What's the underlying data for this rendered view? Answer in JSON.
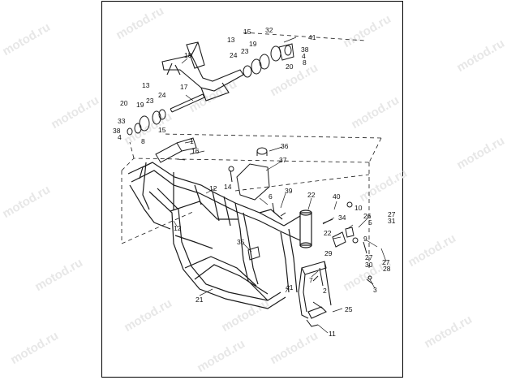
{
  "watermark": "motod.ru",
  "colors": {
    "ink": "#1a1a1a",
    "watermark": "#e7e7e7",
    "frame": "#000000"
  },
  "callouts": [
    {
      "id": "c1",
      "label": "1"
    },
    {
      "id": "c2",
      "label": "2"
    },
    {
      "id": "c3",
      "label": "3"
    },
    {
      "id": "c4a",
      "label": "4"
    },
    {
      "id": "c4b",
      "label": "4"
    },
    {
      "id": "c5",
      "label": "5"
    },
    {
      "id": "c6",
      "label": "6"
    },
    {
      "id": "c7",
      "label": "7"
    },
    {
      "id": "c8a",
      "label": "8"
    },
    {
      "id": "c8b",
      "label": "8"
    },
    {
      "id": "c9",
      "label": "9"
    },
    {
      "id": "c10",
      "label": "10"
    },
    {
      "id": "c11",
      "label": "11"
    },
    {
      "id": "c12a",
      "label": "12"
    },
    {
      "id": "c12b",
      "label": "12"
    },
    {
      "id": "c13a",
      "label": "13"
    },
    {
      "id": "c13b",
      "label": "13"
    },
    {
      "id": "c14",
      "label": "14"
    },
    {
      "id": "c15a",
      "label": "15"
    },
    {
      "id": "c15b",
      "label": "15"
    },
    {
      "id": "c16",
      "label": "16"
    },
    {
      "id": "c17",
      "label": "17"
    },
    {
      "id": "c18",
      "label": "18"
    },
    {
      "id": "c19a",
      "label": "19"
    },
    {
      "id": "c19b",
      "label": "19"
    },
    {
      "id": "c20a",
      "label": "20"
    },
    {
      "id": "c20b",
      "label": "20"
    },
    {
      "id": "c21",
      "label": "21"
    },
    {
      "id": "c22a",
      "label": "22"
    },
    {
      "id": "c22b",
      "label": "22"
    },
    {
      "id": "c23a",
      "label": "23"
    },
    {
      "id": "c23b",
      "label": "23"
    },
    {
      "id": "c24a",
      "label": "24"
    },
    {
      "id": "c24b",
      "label": "24"
    },
    {
      "id": "c25",
      "label": "25"
    },
    {
      "id": "c26",
      "label": "26"
    },
    {
      "id": "c27a",
      "label": "27"
    },
    {
      "id": "c27b",
      "label": "27"
    },
    {
      "id": "c27c",
      "label": "27"
    },
    {
      "id": "c28",
      "label": "28"
    },
    {
      "id": "c29",
      "label": "29"
    },
    {
      "id": "c30",
      "label": "30"
    },
    {
      "id": "c31",
      "label": "31"
    },
    {
      "id": "c32",
      "label": "32"
    },
    {
      "id": "c33",
      "label": "33"
    },
    {
      "id": "c34",
      "label": "34"
    },
    {
      "id": "c35",
      "label": "35"
    },
    {
      "id": "c36",
      "label": "36"
    },
    {
      "id": "c37",
      "label": "37"
    },
    {
      "id": "c38a",
      "label": "38"
    },
    {
      "id": "c38b",
      "label": "38"
    },
    {
      "id": "c39",
      "label": "39"
    },
    {
      "id": "c40",
      "label": "40"
    },
    {
      "id": "c41a",
      "label": "41"
    },
    {
      "id": "c41b",
      "label": "41"
    }
  ]
}
